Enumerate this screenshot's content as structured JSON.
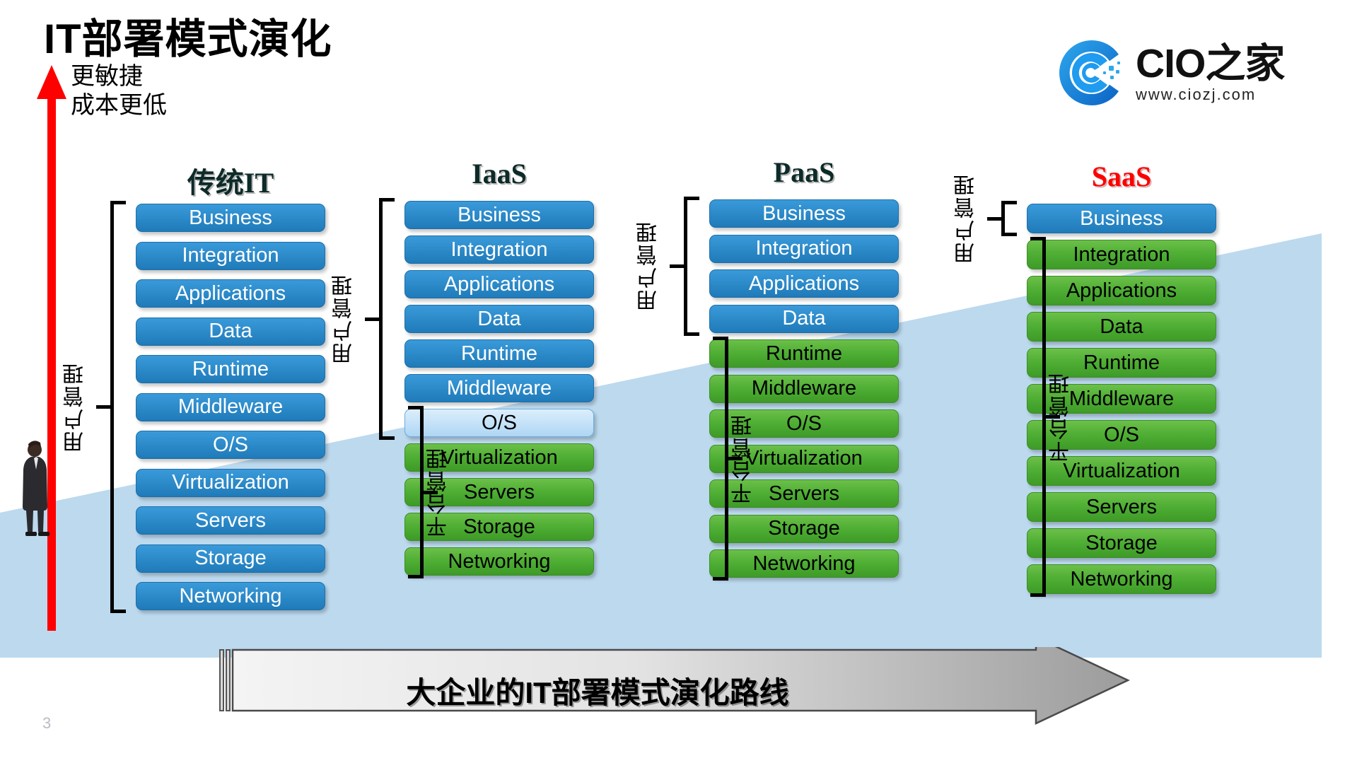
{
  "page_title": "IT部署模式演化",
  "page_number": "3",
  "brand": {
    "name_cn": "CIO之家",
    "url": "www.ciozj.com",
    "logo_icon": "cio-circle-logo-icon",
    "accent": "#1f8fe0"
  },
  "axis": {
    "arrow_icon": "up-arrow-icon",
    "arrow_color": "#ff0000",
    "caption_line1": "更敏捷",
    "caption_line2": "成本更低",
    "person_icon": "businessman-figure-icon"
  },
  "labels": {
    "user_managed": "用户管理",
    "platform_managed": "平台管理"
  },
  "colors": {
    "blue": "#2e8ccb",
    "green": "#4fae34",
    "light_blue": "#c3e1f8",
    "wedge": "#bcd9ee",
    "saas_title": "#ff0000"
  },
  "columns": [
    {
      "id": "traditional-it",
      "title": "传统IT",
      "title_accent": false,
      "user_bracket": {
        "from": 0,
        "to": 10
      },
      "platform_bracket": null,
      "layers": [
        {
          "label": "Business",
          "style": "blue"
        },
        {
          "label": "Integration",
          "style": "blue"
        },
        {
          "label": "Applications",
          "style": "blue"
        },
        {
          "label": "Data",
          "style": "blue"
        },
        {
          "label": "Runtime",
          "style": "blue"
        },
        {
          "label": "Middleware",
          "style": "blue"
        },
        {
          "label": "O/S",
          "style": "blue"
        },
        {
          "label": "Virtualization",
          "style": "blue"
        },
        {
          "label": "Servers",
          "style": "blue"
        },
        {
          "label": "Storage",
          "style": "blue"
        },
        {
          "label": "Networking",
          "style": "blue"
        }
      ]
    },
    {
      "id": "iaas",
      "title": "IaaS",
      "title_accent": false,
      "user_bracket": {
        "from": 0,
        "to": 6
      },
      "platform_bracket": {
        "from": 6,
        "to": 10
      },
      "layers": [
        {
          "label": "Business",
          "style": "blue"
        },
        {
          "label": "Integration",
          "style": "blue"
        },
        {
          "label": "Applications",
          "style": "blue"
        },
        {
          "label": "Data",
          "style": "blue"
        },
        {
          "label": "Runtime",
          "style": "blue"
        },
        {
          "label": "Middleware",
          "style": "blue"
        },
        {
          "label": "O/S",
          "style": "lightblue"
        },
        {
          "label": "Virtualization",
          "style": "green"
        },
        {
          "label": "Servers",
          "style": "green"
        },
        {
          "label": "Storage",
          "style": "green"
        },
        {
          "label": "Networking",
          "style": "green"
        }
      ]
    },
    {
      "id": "paas",
      "title": "PaaS",
      "title_accent": false,
      "user_bracket": {
        "from": 0,
        "to": 3
      },
      "platform_bracket": {
        "from": 4,
        "to": 10
      },
      "layers": [
        {
          "label": "Business",
          "style": "blue"
        },
        {
          "label": "Integration",
          "style": "blue"
        },
        {
          "label": "Applications",
          "style": "blue"
        },
        {
          "label": "Data",
          "style": "blue"
        },
        {
          "label": "Runtime",
          "style": "green"
        },
        {
          "label": "Middleware",
          "style": "green"
        },
        {
          "label": "O/S",
          "style": "green"
        },
        {
          "label": "Virtualization",
          "style": "green"
        },
        {
          "label": "Servers",
          "style": "green"
        },
        {
          "label": "Storage",
          "style": "green"
        },
        {
          "label": "Networking",
          "style": "green"
        }
      ]
    },
    {
      "id": "saas",
      "title": "SaaS",
      "title_accent": true,
      "user_bracket": {
        "from": 0,
        "to": 0
      },
      "platform_bracket": {
        "from": 1,
        "to": 10
      },
      "layers": [
        {
          "label": "Business",
          "style": "blue"
        },
        {
          "label": "Integration",
          "style": "green"
        },
        {
          "label": "Applications",
          "style": "green"
        },
        {
          "label": "Data",
          "style": "green"
        },
        {
          "label": "Runtime",
          "style": "green"
        },
        {
          "label": "Middleware",
          "style": "green"
        },
        {
          "label": "O/S",
          "style": "green"
        },
        {
          "label": "Virtualization",
          "style": "green"
        },
        {
          "label": "Servers",
          "style": "green"
        },
        {
          "label": "Storage",
          "style": "green"
        },
        {
          "label": "Networking",
          "style": "green"
        }
      ]
    }
  ],
  "banner": {
    "text": "大企业的IT部署模式演化路线",
    "icon": "right-arrow-banner-icon"
  }
}
